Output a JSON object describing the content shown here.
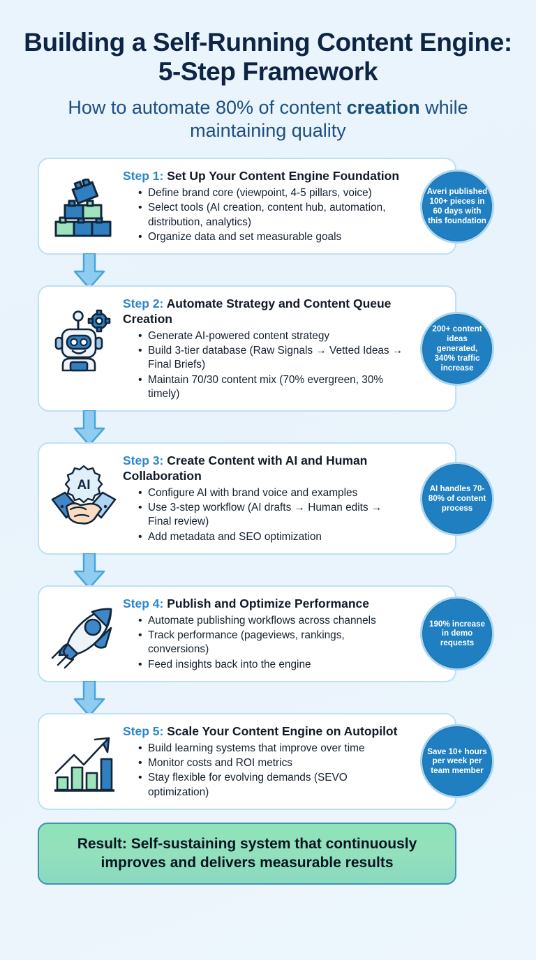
{
  "header": {
    "title": "Building a Self-Running Content Engine: 5-Step Framework",
    "subtitle_before": "How to automate 80% of content ",
    "subtitle_em": "creation",
    "subtitle_after": " while maintaining quality"
  },
  "steps": [
    {
      "label": "Step 1:",
      "heading": " Set Up Your Content Engine Foundation",
      "icon": "building-blocks-icon",
      "bullets": [
        "Define brand core (viewpoint, 4-5 pillars, voice)",
        "Select tools (AI creation, content hub, automation, distribution, analytics)",
        "Organize data and set measurable goals"
      ],
      "badge": "Averi published 100+ pieces in 60 days with this foundation"
    },
    {
      "label": "Step 2:",
      "heading": " Automate Strategy and Content Queue Creation",
      "icon": "robot-icon",
      "bullets": [
        "Generate AI-powered content strategy",
        "Build 3-tier database (Raw Signals → Vetted Ideas → Final Briefs)",
        "Maintain 70/30 content mix (70% evergreen, 30% timely)"
      ],
      "badge": "200+ content ideas generated, 340% traffic increase"
    },
    {
      "label": "Step 3:",
      "heading": " Create Content with AI and Human Collaboration",
      "icon": "handshake-ai-icon",
      "bullets": [
        "Configure AI with brand voice and examples",
        "Use 3-step workflow (AI drafts → Human edits → Final review)",
        "Add metadata and SEO optimization"
      ],
      "badge": "AI handles 70-80% of content process"
    },
    {
      "label": "Step 4:",
      "heading": " Publish and Optimize Performance",
      "icon": "rocket-icon",
      "bullets": [
        "Automate publishing workflows across channels",
        "Track performance (pageviews, rankings, conversions)",
        "Feed insights back into the engine"
      ],
      "badge": "190% increase in demo requests"
    },
    {
      "label": "Step 5:",
      "heading": " Scale Your Content Engine on Autopilot",
      "icon": "growth-chart-icon",
      "bullets": [
        "Build learning systems that improve over time",
        "Monitor costs and ROI metrics",
        "Stay flexible for evolving demands (SEVO optimization)"
      ],
      "badge": "Save 10+ hours per week per team member"
    }
  ],
  "result": {
    "text": "Result: Self-sustaining system that continuously improves and delivers measurable results"
  },
  "colors": {
    "page_background": "#eaf4fc",
    "title": "#0e2444",
    "subtitle": "#1b4f80",
    "step_label": "#2a86c9",
    "card_border": "#bfe0f3",
    "badge_fill": "#1f7fc0",
    "badge_ring": "#a7d6f0",
    "arrow_fill": "#8ecdf0",
    "arrow_stroke": "#4ba3dd",
    "result_fill": "#8fe3b8",
    "result_border": "#3f93b4",
    "icon_blue": "#2f7fc1",
    "icon_green": "#9fe3bd",
    "icon_outline": "#12263a"
  }
}
